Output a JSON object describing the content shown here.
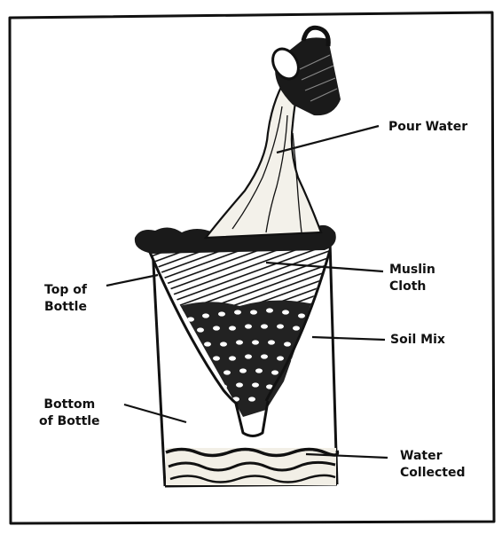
{
  "labels": {
    "pour_water": "Pour Water",
    "muslin_cloth": "Muslin\nCloth",
    "soil_mix": "Soil Mix",
    "water_collected": "Water\nCollected",
    "top_of_bottle": "Top of\nBottle",
    "bottom_of_bottle": "Bottom\nof Bottle"
  },
  "colors": {
    "ink": "#111111",
    "paper": "#ffffff",
    "water": "#f2efe6"
  }
}
